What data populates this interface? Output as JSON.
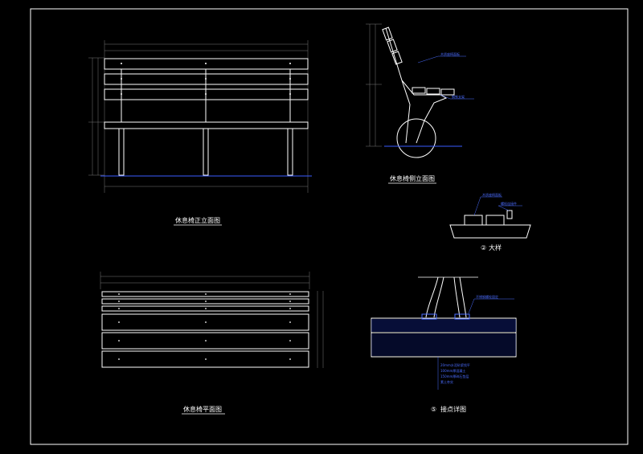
{
  "colors": {
    "background": "#000000",
    "frame": "#ffffff",
    "plank": "#ffffff",
    "dimension": "#7a7a7a",
    "annotation": "#4a6cff",
    "ground": "#3a5bff"
  },
  "titles": {
    "front_elevation": "休息椅正立面图",
    "side_elevation": "休息椅侧立面图",
    "plan": "休息椅平面图",
    "detail_large_prefix": "②",
    "detail_large": "大样",
    "joint_detail_prefix": "⑤",
    "joint_detail": "接点详图"
  },
  "annotations": {
    "side_wood_top": "木质座椅面板",
    "side_wood_mid": "钢铁支架",
    "detail_top": "木质座椅面板",
    "detail_mid": "螺栓连接件",
    "joint_bolt": "不锈钢螺栓固定",
    "layers": [
      "20mm水泥砂浆找平",
      "100mm厚混凝土",
      "150mm厚碎石垫层",
      "素土夯实"
    ]
  }
}
